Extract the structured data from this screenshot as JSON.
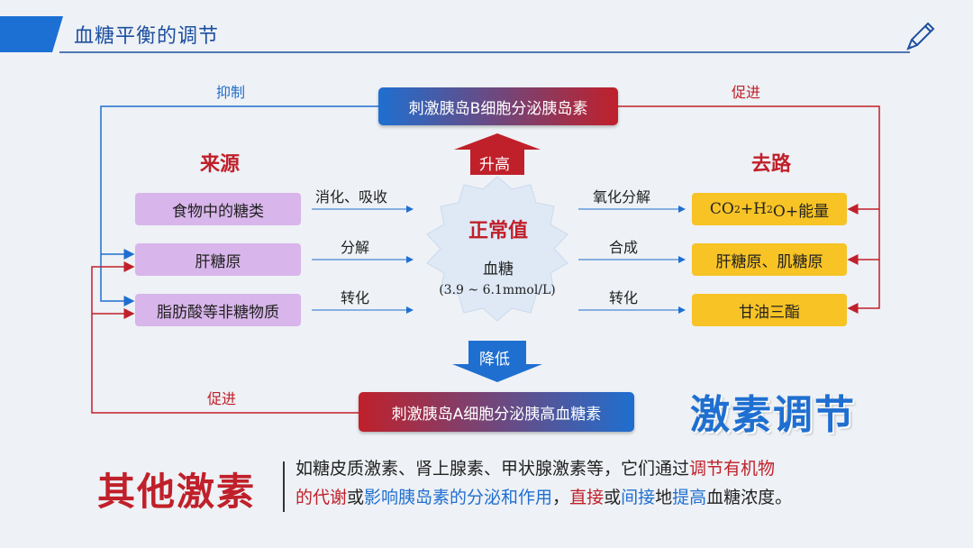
{
  "header": {
    "title": "血糖平衡的调节",
    "accent_color": "#1c4fa0"
  },
  "sources": {
    "heading": "来源",
    "items": [
      "食物中的糖类",
      "肝糖原",
      "脂肪酸等非糖物质"
    ],
    "actions": [
      "消化、吸收",
      "分解",
      "转化"
    ]
  },
  "destinations": {
    "heading": "去路",
    "item1": {
      "prefix": "CO",
      "sub1": "2",
      "mid": "+H",
      "sub2": "2",
      "suffix": "O+能量"
    },
    "items": [
      "肝糖原、肌糖原",
      "甘油三酯"
    ],
    "actions": [
      "氧化分解",
      "合成",
      "转化"
    ]
  },
  "center": {
    "title": "正常值",
    "name": "血糖",
    "range": "(3.9 ~ 6.1mmol/L)"
  },
  "up": {
    "label": "升高",
    "hormone": "刺激胰岛B细胞分泌胰岛素",
    "left_effect": "抑制",
    "right_effect": "促进"
  },
  "down": {
    "label": "降低",
    "hormone": "刺激胰岛A细胞分泌胰高血糖素",
    "left_effect": "促进"
  },
  "section_title": "激素调节",
  "other": {
    "title": "其他激素",
    "desc_segments": [
      {
        "text": "如糖皮质激素、肾上腺素、甲状腺激素等，它们通过",
        "style": "normal"
      },
      {
        "text": "调节有机物",
        "style": "red"
      },
      {
        "text": "的代谢",
        "style": "red",
        "newline": true
      },
      {
        "text": "或",
        "style": "normal"
      },
      {
        "text": "影响胰岛素的分泌和作用",
        "style": "blue"
      },
      {
        "text": "，",
        "style": "normal"
      },
      {
        "text": "直接",
        "style": "red"
      },
      {
        "text": "或",
        "style": "normal"
      },
      {
        "text": "间接",
        "style": "blue"
      },
      {
        "text": "地",
        "style": "normal"
      },
      {
        "text": "提高",
        "style": "blue"
      },
      {
        "text": "血糖浓度。",
        "style": "normal"
      }
    ]
  },
  "colors": {
    "blue": "#1f6fd0",
    "red": "#c0202a",
    "purple": "#d8b5ea",
    "yellow": "#f7c325"
  }
}
